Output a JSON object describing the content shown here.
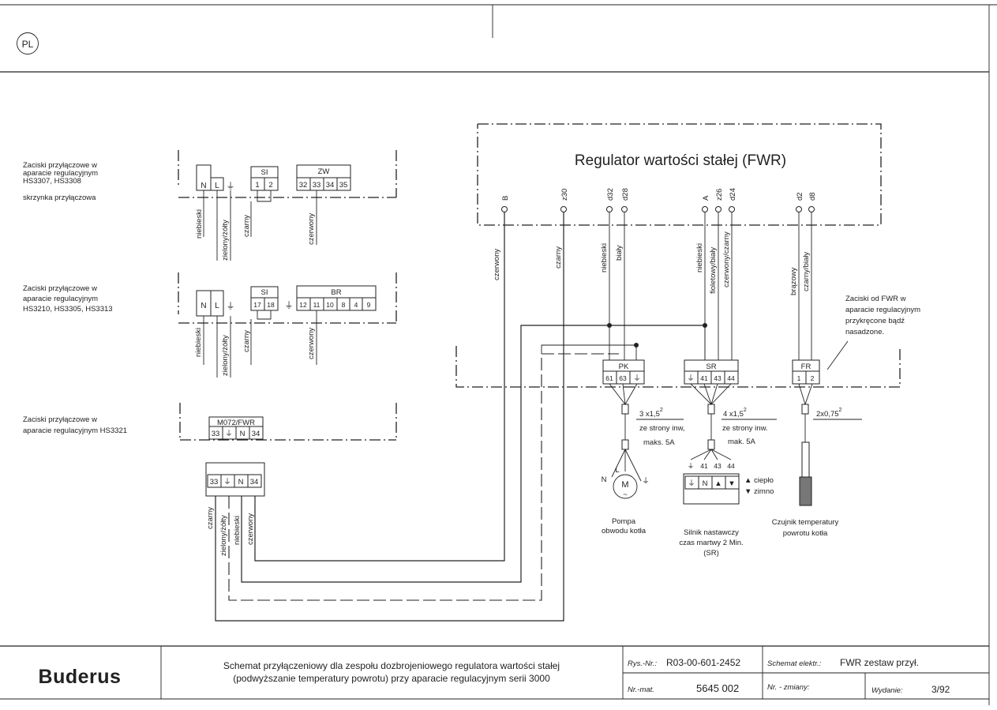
{
  "header": {
    "country": "PL"
  },
  "terminals_left": {
    "group1_label": [
      "Zaciski przyłączowe w",
      "aparacie regulacyjnym",
      "HS3307, HS3308",
      "skrzynka przyłączowa"
    ],
    "group2_label": [
      "Zaciski przyłączowe w",
      "aparacie regulacyjnym",
      "HS3210, HS3305, HS3313"
    ],
    "group3_label": [
      "Zaciski przyłączowe w",
      "aparacie regulacyjnym HS3321"
    ],
    "g1": {
      "nl": [
        "N",
        "L"
      ],
      "si_title": "SI",
      "si": [
        "1",
        "2"
      ],
      "zw_title": "ZW",
      "zw": [
        "32",
        "33",
        "34",
        "35"
      ]
    },
    "g2": {
      "nl": [
        "N",
        "L"
      ],
      "si_title": "SI",
      "si": [
        "17",
        "18"
      ],
      "br_title": "BR",
      "br": [
        "12",
        "11",
        "10",
        "8",
        "4",
        "9"
      ]
    },
    "g3": {
      "title": "M072/FWR",
      "terms": [
        "33",
        "⏚",
        "N",
        "34"
      ]
    },
    "bottom_block": [
      "33",
      "⏚",
      "N",
      "34"
    ]
  },
  "wires": {
    "niebieski": "niebieski",
    "zielony": "zielony/żółty",
    "czarny": "czarny",
    "czerwony": "czerwony",
    "bialy": "biały",
    "fiolet": "fioletowy/biały",
    "czerwczarny": "czerwony/czarny",
    "brazowy": "brązowy",
    "czarnybialy": "czarny/biały"
  },
  "fwr": {
    "title": "Regulator wartości stałej (FWR)",
    "pins": [
      "B",
      "z30",
      "d32",
      "d28",
      "A",
      "z26",
      "d24",
      "d2",
      "d8"
    ]
  },
  "note": [
    "Zaciski od FWR w",
    "aparacie regulacyjnym",
    "przykręcone bądź",
    "nasadzone."
  ],
  "pk": {
    "title": "PK",
    "terms": [
      "61",
      "63",
      "⏚"
    ],
    "cable": "3 x1,5",
    "cable_sup": "2",
    "side": "ze strony inw,",
    "fuse": "maks. 5A",
    "motor": "M",
    "phase": "L",
    "neutral": "N",
    "caption": [
      "Pompa",
      "obwodu kotła"
    ]
  },
  "sr": {
    "title": "SR",
    "terms": [
      "⏚",
      "41",
      "43",
      "44"
    ],
    "cable": "4 x1,5",
    "cable_sup": "2",
    "side": "ze strony inw.",
    "fuse": "mak. 5A",
    "motor_pins": [
      "⏚",
      "41",
      "43",
      "44"
    ],
    "motor_terms": [
      "⏚",
      "N",
      "▲",
      "▼"
    ],
    "warm": "▲ ciepło",
    "cold": "▼ zimno",
    "caption": [
      "Silnik nastawczy",
      "czas martwy 2 Min.",
      "(SR)"
    ]
  },
  "fr": {
    "title": "FR",
    "terms": [
      "1",
      "2"
    ],
    "cable": "2x0,75",
    "cable_sup": "2",
    "caption": [
      "Czujnik temperatury",
      "powrotu kotła"
    ]
  },
  "footer": {
    "brand": "Buderus",
    "desc1": "Schemat przyłączeniowy dla zespołu dozbrojeniowego regulatora wartości stałej",
    "desc2": "(podwyższanie temperatury powrotu) przy aparacie regulacyjnym serii 3000",
    "rys_label": "Rys.-Nr.:",
    "rys_value": "R03-00-601-2452",
    "mat_label": "Nr.-mat.",
    "mat_value": "5645 002",
    "schem_label": "Schemat elektr.:",
    "schem_value": "FWR zestaw przył.",
    "zmiany_label": "Nr. - zmiany:",
    "wyd_label": "Wydanie:",
    "wyd_value": "3/92"
  }
}
